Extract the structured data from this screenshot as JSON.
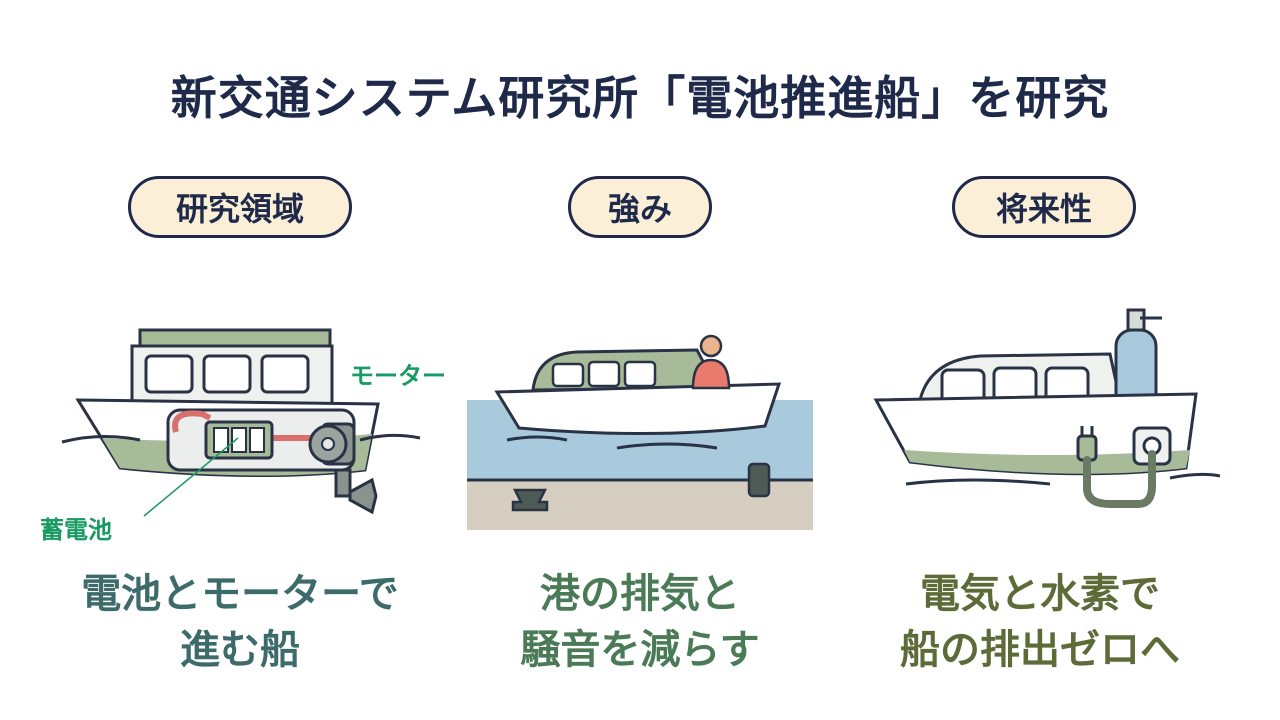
{
  "title": "新交通システム研究所「電池推進船」を研究",
  "columns": [
    {
      "heading": "研究領域",
      "labels": {
        "motor": "モーター",
        "battery": "蓄電池"
      },
      "caption": [
        "電池とモーターで",
        "進む船"
      ]
    },
    {
      "heading": "強み",
      "caption": [
        "港の排気と",
        "騒音を減らす"
      ]
    },
    {
      "heading": "将来性",
      "caption": [
        "電気と水素で",
        "船の排出ゼロへ"
      ]
    }
  ],
  "colors": {
    "title": "#1f2a4a",
    "pill_fill": "#fbefd8",
    "label_green": "#1a9a63",
    "caption_1": "#3d6a6b",
    "caption_2": "#4a7a56",
    "caption_3": "#5c6b38",
    "water": "#a9c9dc",
    "pier": "#d6cfc1",
    "hull_green": "#a7bb99"
  }
}
